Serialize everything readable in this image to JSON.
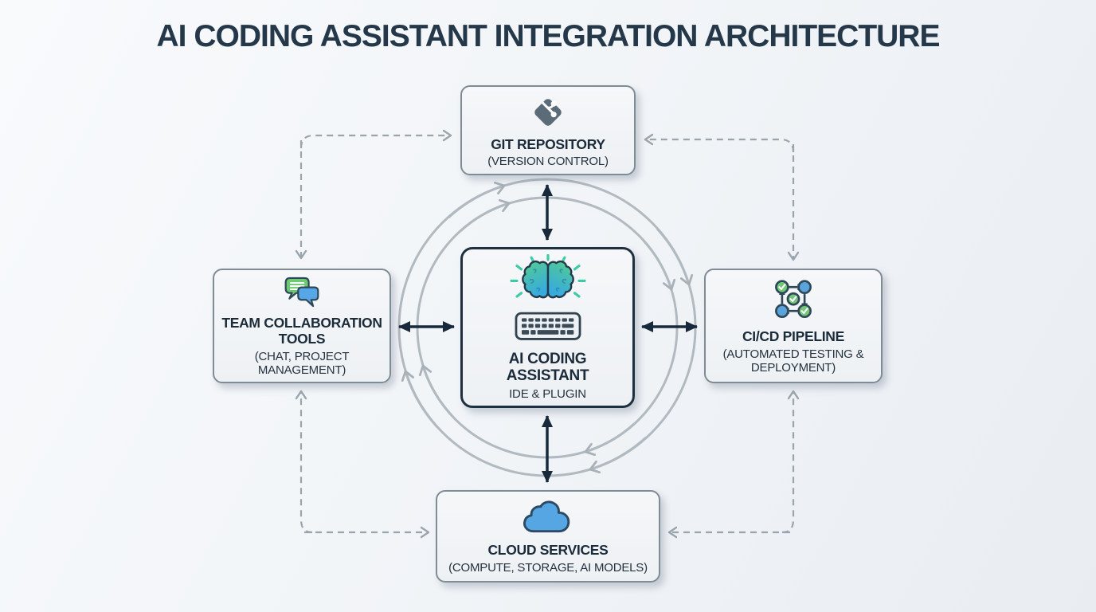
{
  "title": "AI CODING ASSISTANT INTEGRATION ARCHITECTURE",
  "nodes": {
    "git": {
      "title": "GIT REPOSITORY",
      "subtitle": "(VERSION CONTROL)",
      "icon": "git-icon"
    },
    "team": {
      "title": "TEAM COLLABORATION TOOLS",
      "subtitle": "(CHAT, PROJECT MANAGEMENT)",
      "icon": "chat-bubbles-icon"
    },
    "assistant": {
      "title": "AI CODING ASSISTANT",
      "subtitle": "IDE & PLUGIN",
      "icon": "brain-keyboard-icon"
    },
    "cicd": {
      "title": "CI/CD PIPELINE",
      "subtitle": "(AUTOMATED TESTING & DEPLOYMENT)",
      "icon": "pipeline-cycle-icon"
    },
    "cloud": {
      "title": "CLOUD SERVICES",
      "subtitle": "(COMPUTE, STORAGE, AI MODELS)",
      "icon": "cloud-icon"
    }
  },
  "connectors": {
    "solid_bidirectional": [
      "git ↔ assistant",
      "team ↔ assistant",
      "assistant ↔ cicd",
      "assistant ↔ cloud"
    ],
    "dashed": [
      "team ↔ git",
      "git ↔ cicd",
      "team ↔ cloud",
      "cicd ↔ cloud"
    ],
    "cycle": "clockwise dual-ring around assistant"
  },
  "colors": {
    "title_text": "#24384a",
    "node_border": "#7f8b95",
    "center_border": "#1e2f3f",
    "arrow_black": "#17293b",
    "dashed_gray": "#9aa4ad",
    "arc_gray": "#b2bac1",
    "git_slate": "#5c6b78",
    "green": "#6ec973",
    "blue": "#57a7e8",
    "teal": "#3ec9a7",
    "cloud_blue": "#55a6e3"
  }
}
